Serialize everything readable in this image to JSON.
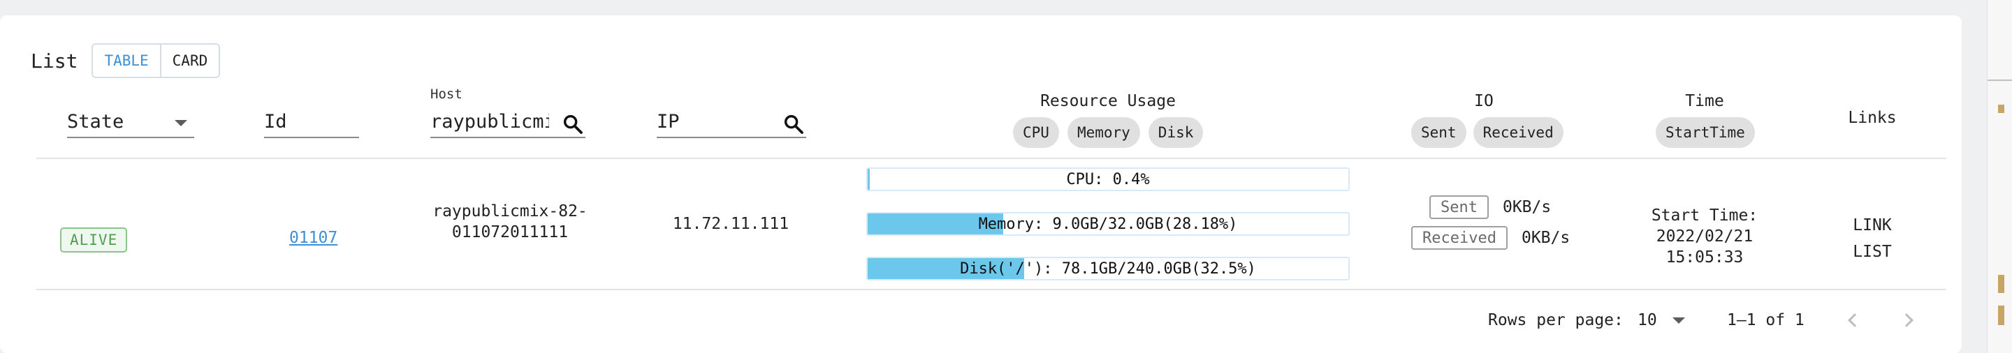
{
  "list": {
    "title": "List",
    "view_options": [
      "TABLE",
      "CARD"
    ],
    "active_view": "TABLE"
  },
  "filters": {
    "state": {
      "label": "State"
    },
    "id": {
      "label": "Id"
    },
    "host": {
      "label": "Host",
      "value": "raypublicmi:"
    },
    "ip": {
      "label": "IP"
    }
  },
  "columns": {
    "resource_usage": {
      "title": "Resource Usage",
      "sort_chips": [
        "CPU",
        "Memory",
        "Disk"
      ]
    },
    "io": {
      "title": "IO",
      "sort_chips": [
        "Sent",
        "Received"
      ]
    },
    "time": {
      "title": "Time",
      "sort_chips": [
        "StartTime"
      ]
    },
    "links": {
      "title": "Links"
    }
  },
  "rows": [
    {
      "state": "ALIVE",
      "id": "01107",
      "host_line1": "raypublicmix-82-",
      "host_line2": "011072011111",
      "ip": "11.72.11.111",
      "cpu": {
        "label": "CPU: 0.4%",
        "fraction": 0.004
      },
      "memory": {
        "label": "Memory: 9.0GB/32.0GB(28.18%)",
        "fraction": 0.2818
      },
      "disk": {
        "label": "Disk('/'): 78.1GB/240.0GB(32.5%)",
        "fraction": 0.325
      },
      "io": {
        "sent_label": "Sent",
        "sent_value": "0KB/s",
        "received_label": "Received",
        "received_value": "0KB/s"
      },
      "start_time": {
        "line1": "Start Time:",
        "line2": "2022/02/21",
        "line3": "15:05:33"
      },
      "links": [
        "LINK",
        "LIST"
      ]
    }
  ],
  "pagination": {
    "rows_per_page_label": "Rows per page:",
    "rows_per_page_value": "10",
    "range": "1–1 of 1"
  },
  "colors": {
    "accent": "#3d8fd6",
    "alive": "#4f9e4f",
    "bar_fill": "#6cc7ec"
  },
  "icons": {
    "search": "search-icon",
    "dropdown": "chevron-down-icon",
    "prev": "chevron-left-icon",
    "next": "chevron-right-icon"
  }
}
